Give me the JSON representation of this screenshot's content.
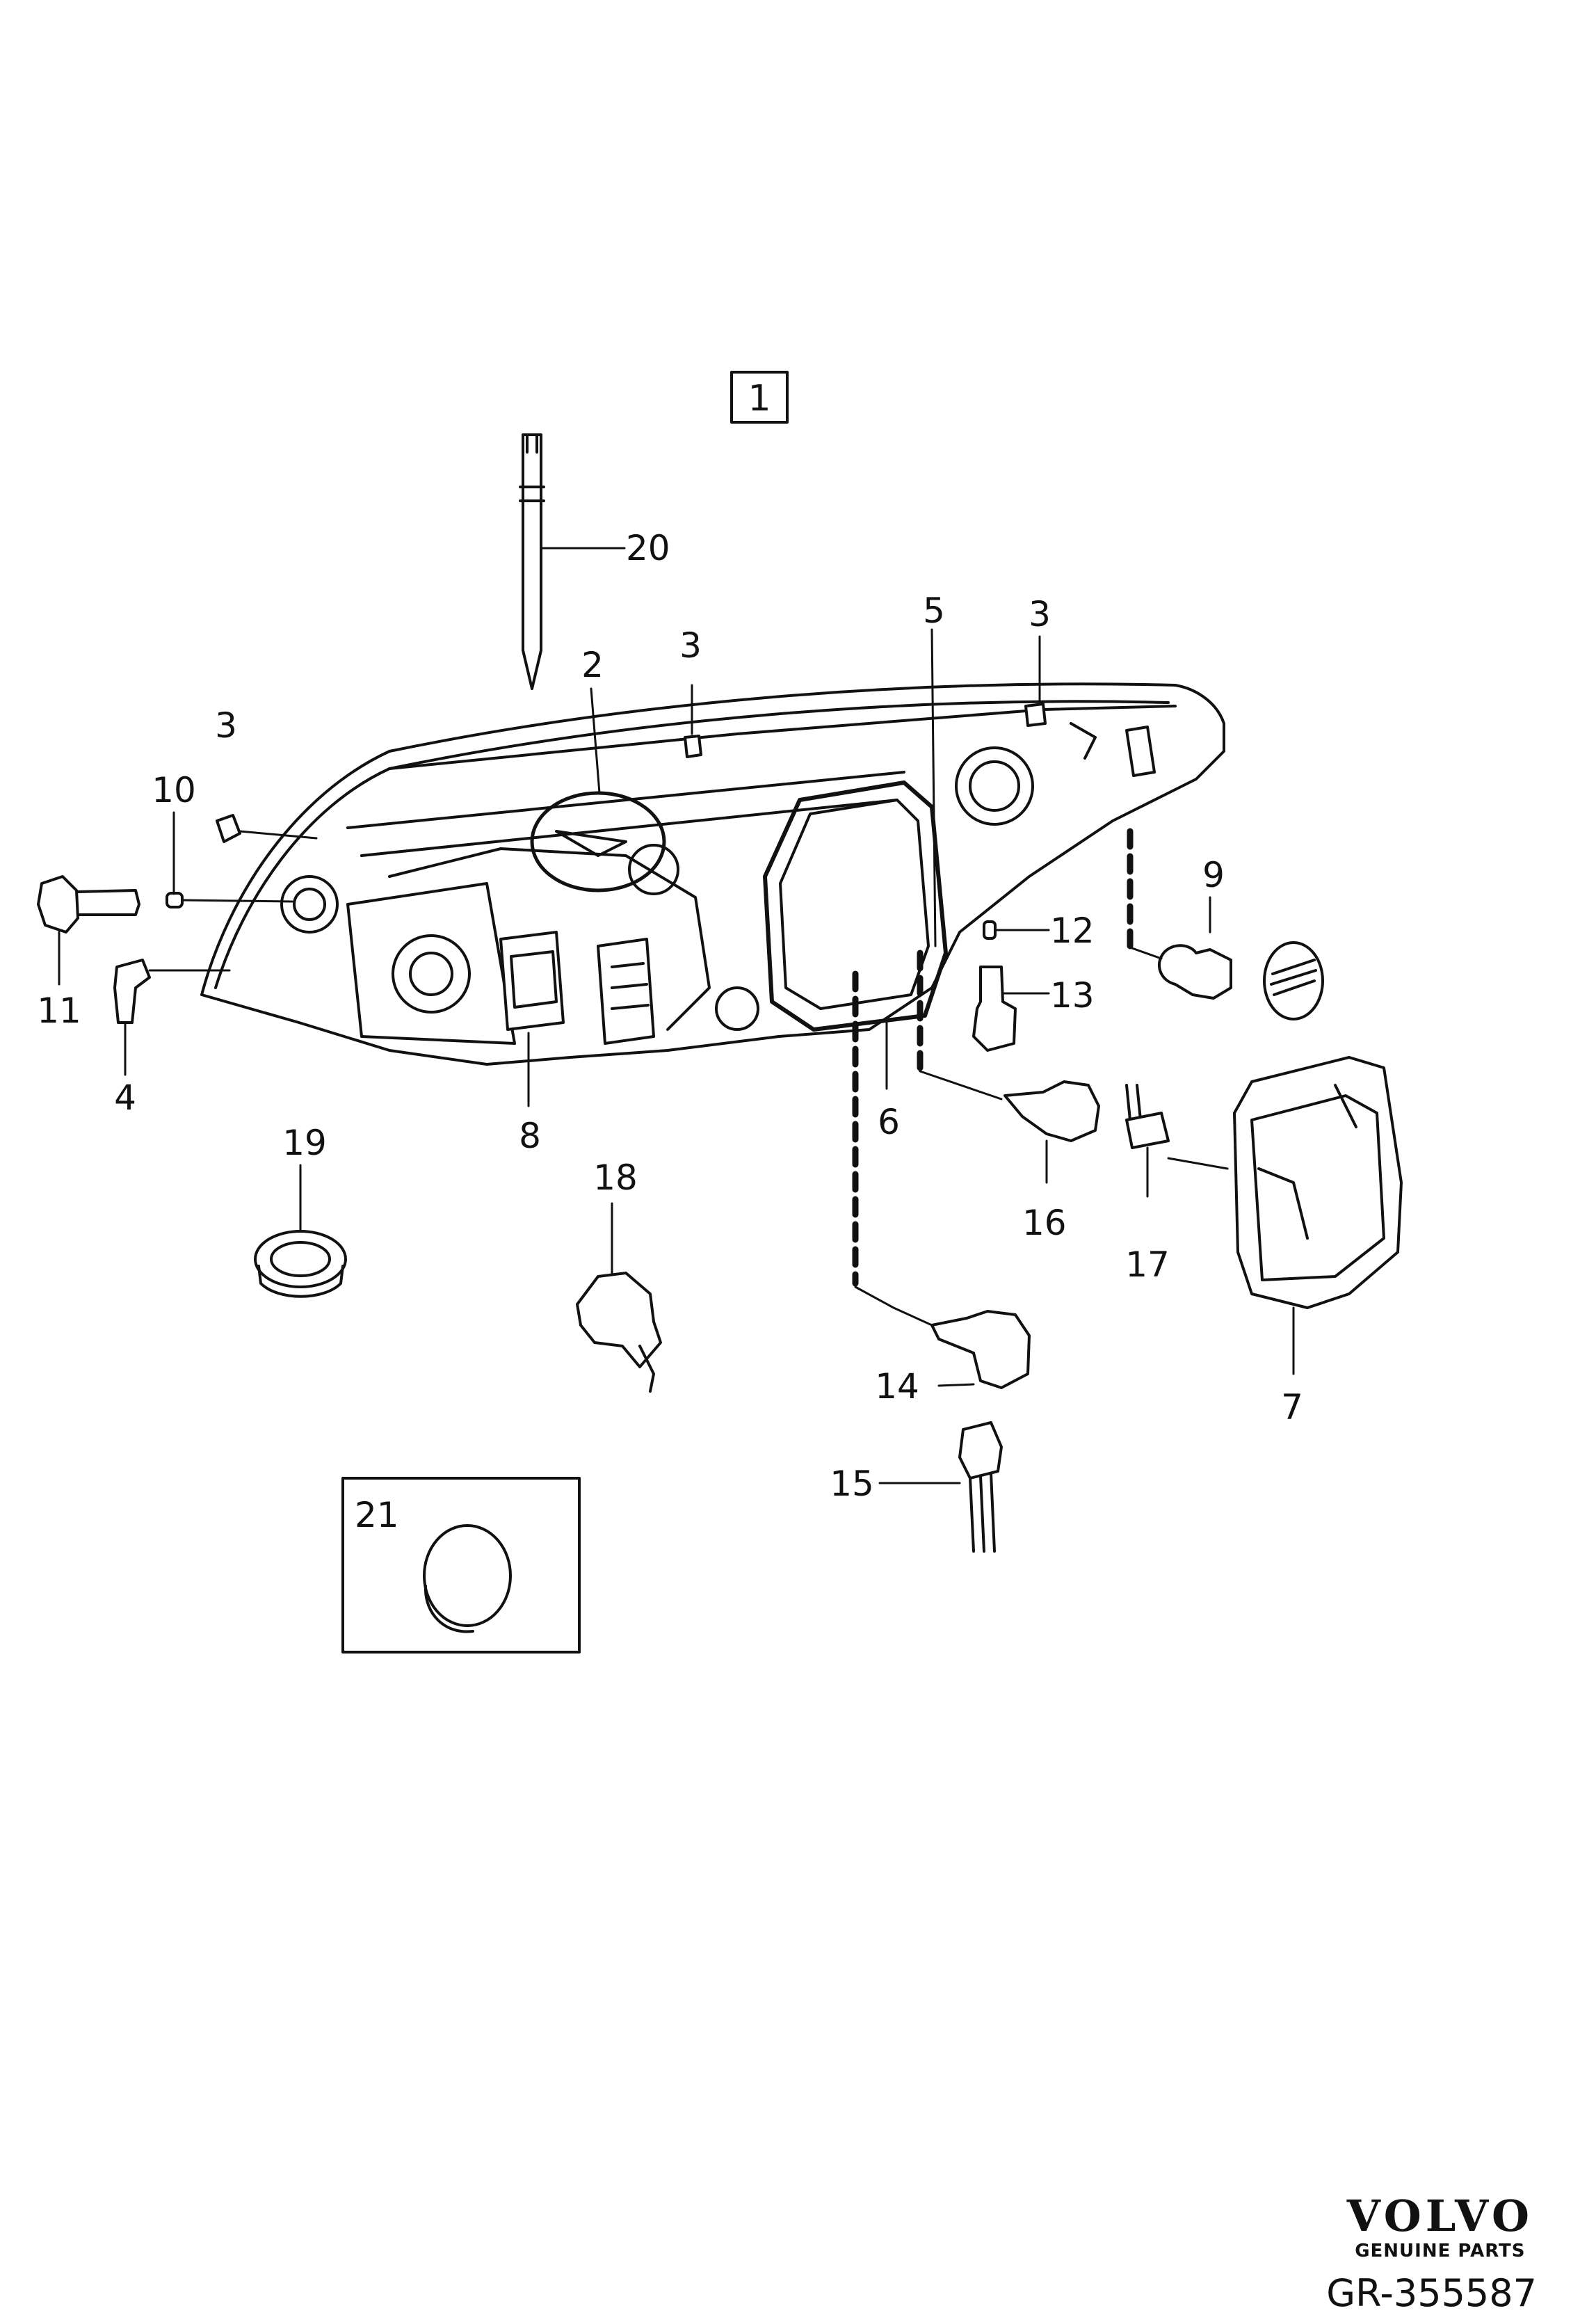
{
  "assembly_label": "1",
  "callouts": {
    "c2": "2",
    "c3a": "3",
    "c3b": "3",
    "c3c": "3",
    "c4": "4",
    "c5": "5",
    "c6": "6",
    "c7": "7",
    "c8": "8",
    "c9": "9",
    "c10": "10",
    "c11": "11",
    "c12": "12",
    "c13": "13",
    "c14": "14",
    "c15": "15",
    "c16": "16",
    "c17": "17",
    "c18": "18",
    "c19": "19",
    "c20": "20",
    "c21": "21"
  },
  "brand": {
    "logo": "VOLVO",
    "tagline": "GENUINE PARTS"
  },
  "reference": "GR-355587"
}
